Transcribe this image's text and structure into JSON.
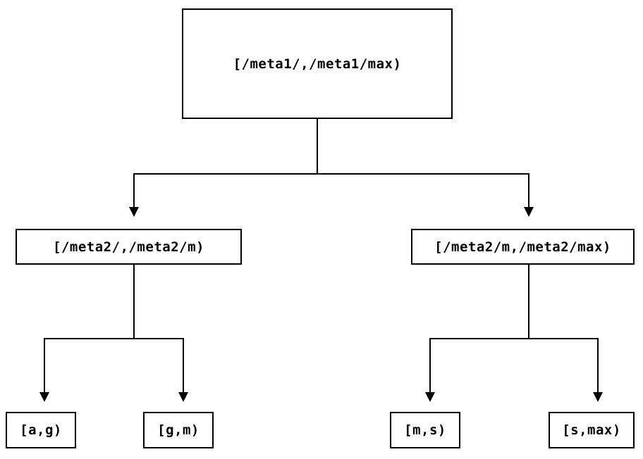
{
  "diagram": {
    "title": "interval-partition-tree",
    "background_color": "#ffffff",
    "line_color": "#000000",
    "box_border_color": "#000000",
    "nodes": {
      "root": {
        "label": "[/meta1/,/meta1/max)"
      },
      "left": {
        "label": "[/meta2/,/meta2/m)"
      },
      "right": {
        "label": "[/meta2/m,/meta2/max)"
      },
      "leaf_ag": {
        "label": "[a,g)"
      },
      "leaf_gm": {
        "label": "[g,m)"
      },
      "leaf_ms": {
        "label": "[m,s)"
      },
      "leaf_smax": {
        "label": "[s,max)"
      }
    },
    "edges": [
      {
        "from": "root",
        "to": "left"
      },
      {
        "from": "root",
        "to": "right"
      },
      {
        "from": "left",
        "to": "leaf_ag"
      },
      {
        "from": "left",
        "to": "leaf_gm"
      },
      {
        "from": "right",
        "to": "leaf_ms"
      },
      {
        "from": "right",
        "to": "leaf_smax"
      }
    ]
  }
}
